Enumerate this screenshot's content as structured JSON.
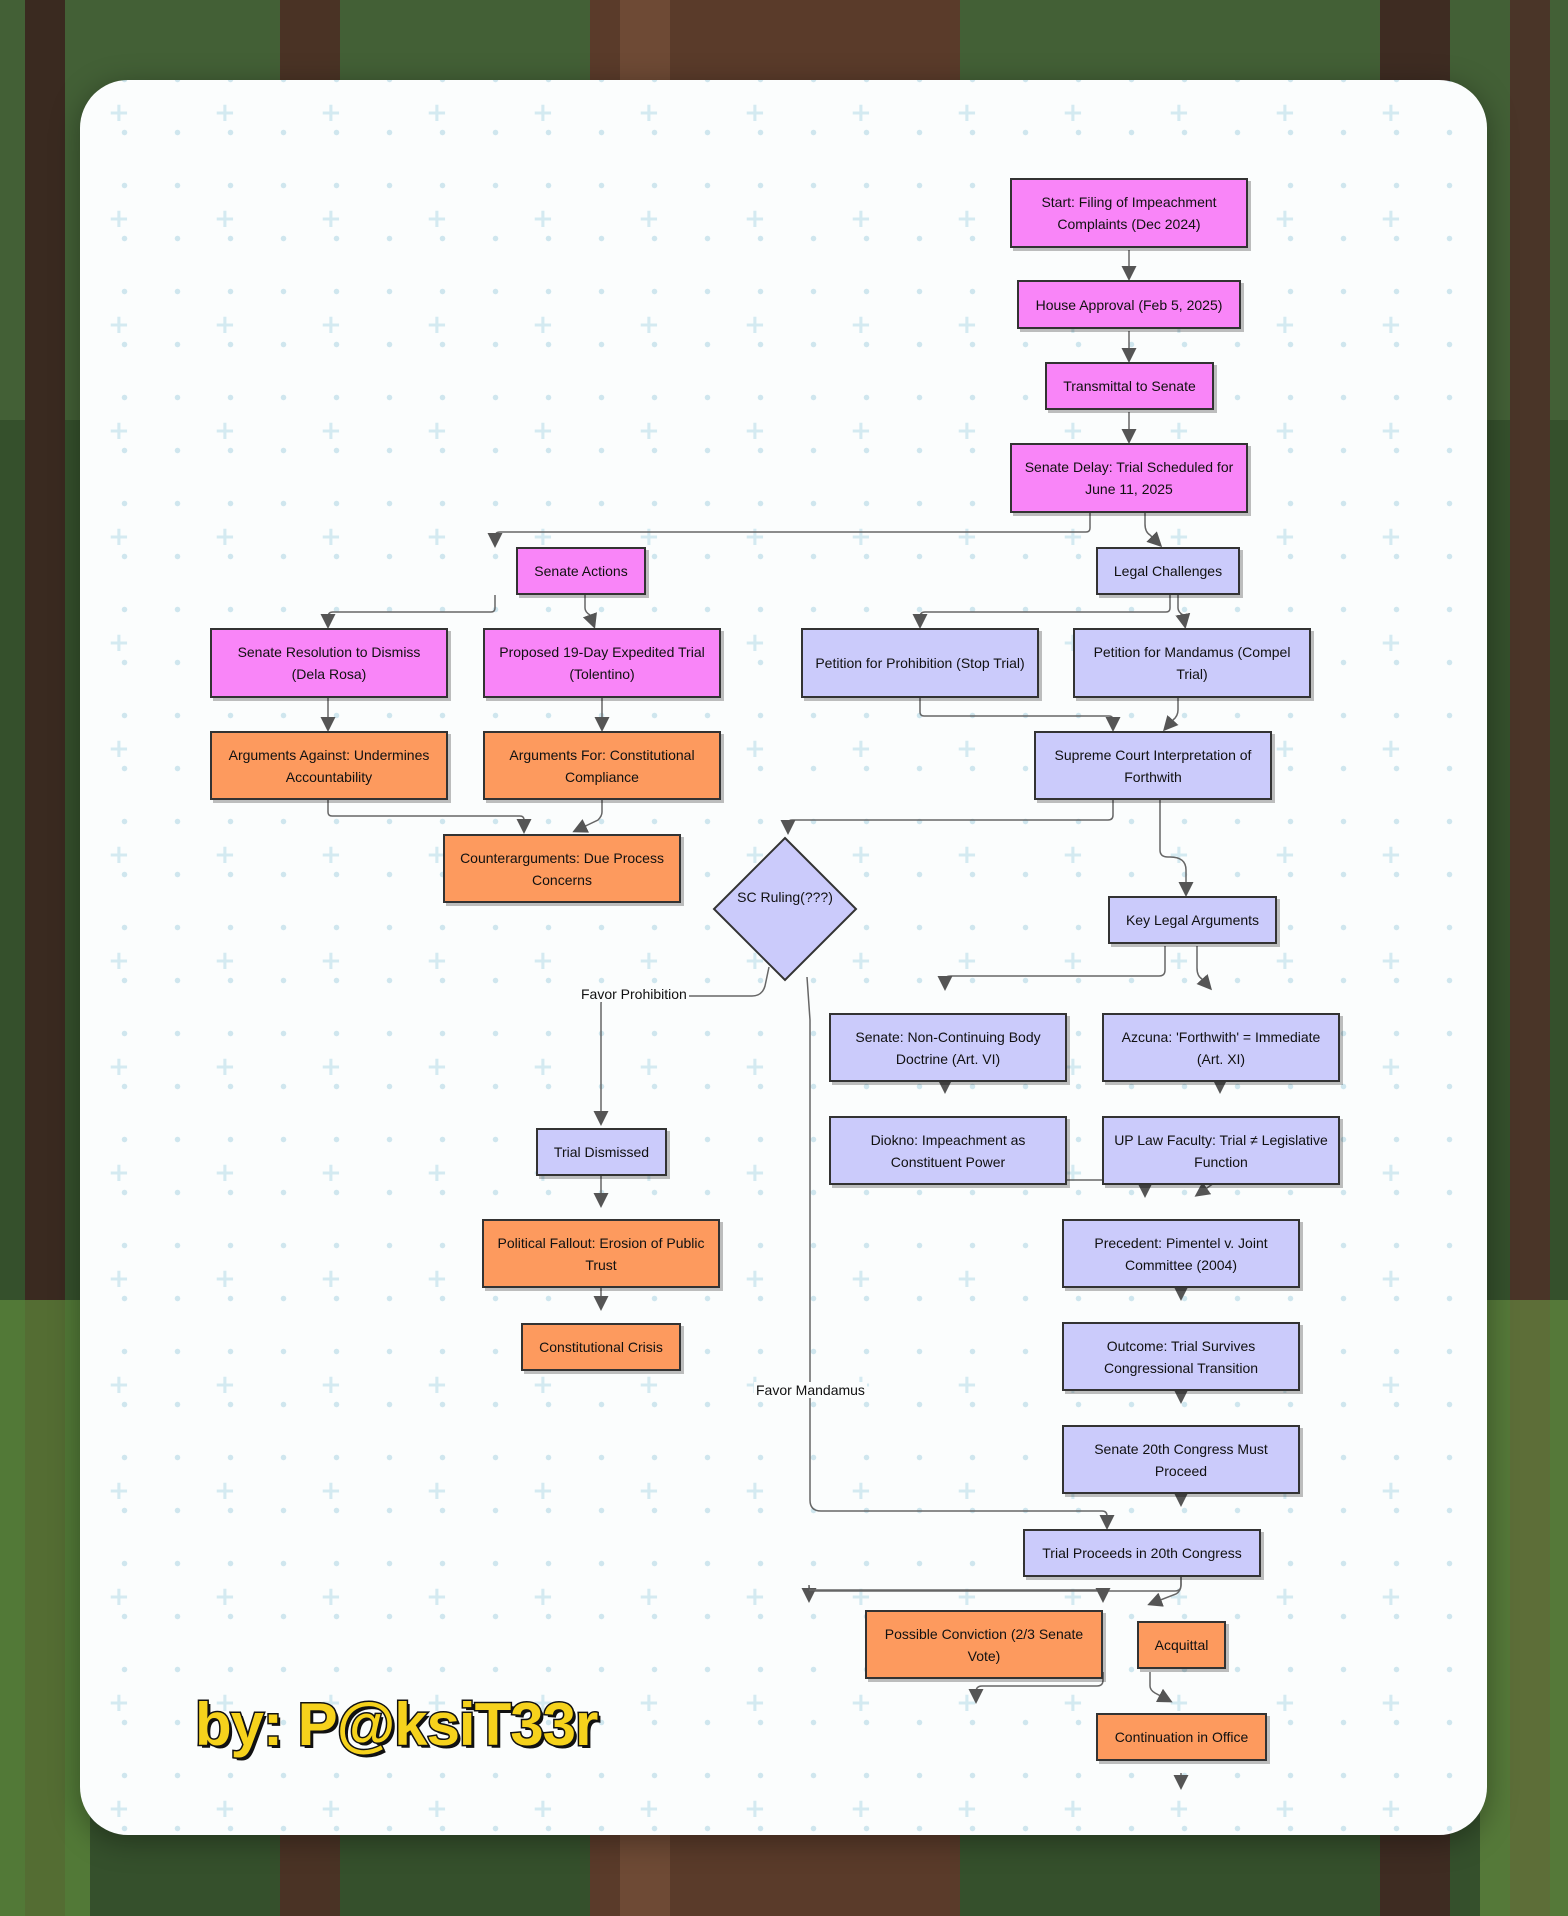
{
  "colors": {
    "pink": "#f985f8",
    "lavender": "#cbcbfb",
    "orange": "#fd9a5e",
    "edge": "#555555",
    "credit": "#f6d21c"
  },
  "nodes": {
    "start": "Start: Filing of Impeachment Complaints (Dec 2024)",
    "house_approval": "House Approval (Feb 5, 2025)",
    "transmittal": "Transmittal to Senate",
    "senate_delay": "Senate Delay: Trial Scheduled for June 11, 2025",
    "senate_actions": "Senate Actions",
    "legal_challenges": "Legal Challenges",
    "resolution_dismiss": "Senate Resolution to Dismiss (Dela Rosa)",
    "expedited_trial": "Proposed 19-Day Expedited Trial (Tolentino)",
    "petition_prohibition": "Petition for Prohibition (Stop Trial)",
    "petition_mandamus": "Petition for Mandamus (Compel Trial)",
    "args_against": "Arguments Against: Undermines Accountability",
    "args_for": "Arguments For: Constitutional Compliance",
    "sc_interpretation": "Supreme Court Interpretation of Forthwith",
    "counterarguments": "Counterarguments: Due Process Concerns",
    "sc_ruling": "SC Ruling(???)",
    "key_legal_args": "Key Legal Arguments",
    "non_continuing": "Senate: Non-Continuing Body Doctrine (Art. VI)",
    "azcuna": "Azcuna: 'Forthwith' = Immediate (Art. XI)",
    "diokno": "Diokno: Impeachment as Constituent Power",
    "up_law": "UP Law Faculty: Trial ≠ Legislative Function",
    "trial_dismissed": "Trial Dismissed",
    "pimentel": "Precedent: Pimentel v. Joint Committee (2004)",
    "political_fallout": "Political Fallout: Erosion of Public Trust",
    "outcome_survives": "Outcome: Trial Survives Congressional Transition",
    "constitutional_crisis": "Constitutional Crisis",
    "must_proceed": "Senate 20th Congress Must Proceed",
    "trial_proceeds": "Trial Proceeds in 20th Congress",
    "conviction": "Possible Conviction (2/3 Senate Vote)",
    "acquittal": "Acquittal",
    "continuation": "Continuation in Office"
  },
  "edge_labels": {
    "favor_prohibition": "Favor Prohibition",
    "favor_mandamus": "Favor Mandamus"
  },
  "credit": "by: P@ksiT33r"
}
